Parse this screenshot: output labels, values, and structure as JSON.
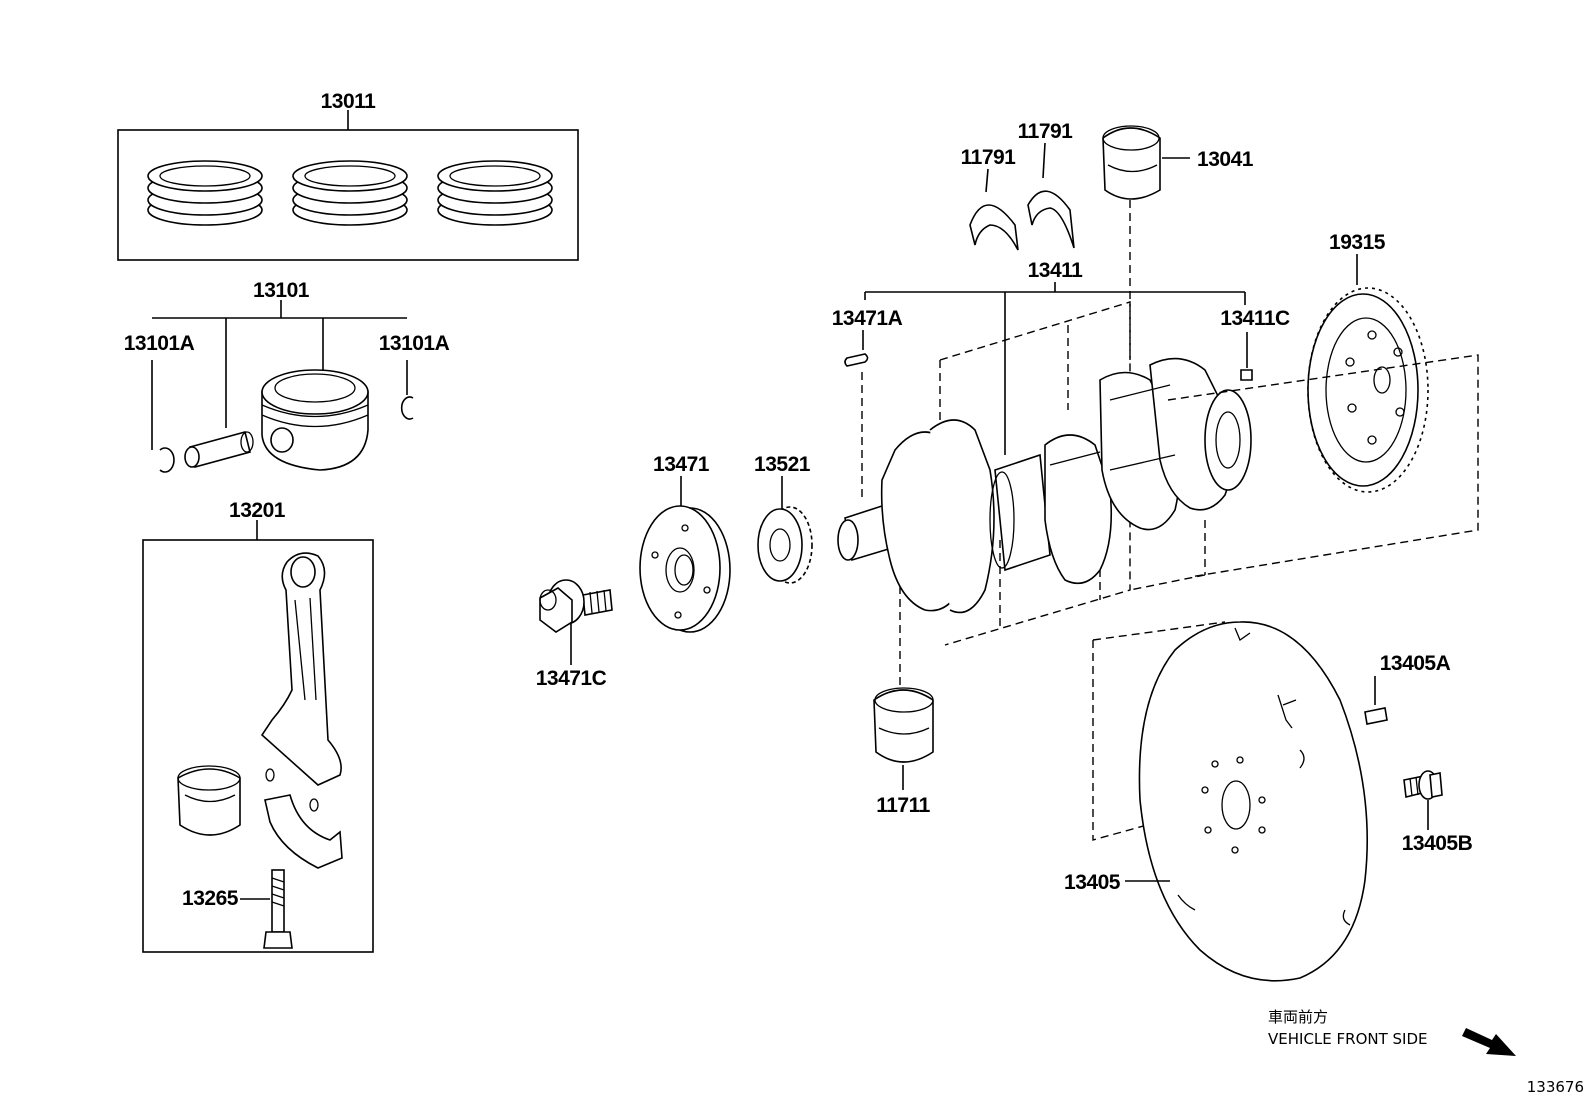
{
  "labels": {
    "p13011": "13011",
    "p13101": "13101",
    "p13101A_left": "13101A",
    "p13101A_right": "13101A",
    "p13201": "13201",
    "p13265": "13265",
    "p13471C": "13471C",
    "p13471": "13471",
    "p13521": "13521",
    "p13471A": "13471A",
    "p11791_a": "11791",
    "p11791_b": "11791",
    "p13041": "13041",
    "p13411": "13411",
    "p13411C": "13411C",
    "p19315": "19315",
    "p11711": "11711",
    "p13405A": "13405A",
    "p13405B": "13405B",
    "p13405": "13405"
  },
  "notes": {
    "front_jp": "車両前方",
    "front_en": "VEHICLE FRONT SIDE",
    "diagram_id": "133676"
  },
  "icons": {
    "front_arrow": "arrow-down-right-icon"
  }
}
